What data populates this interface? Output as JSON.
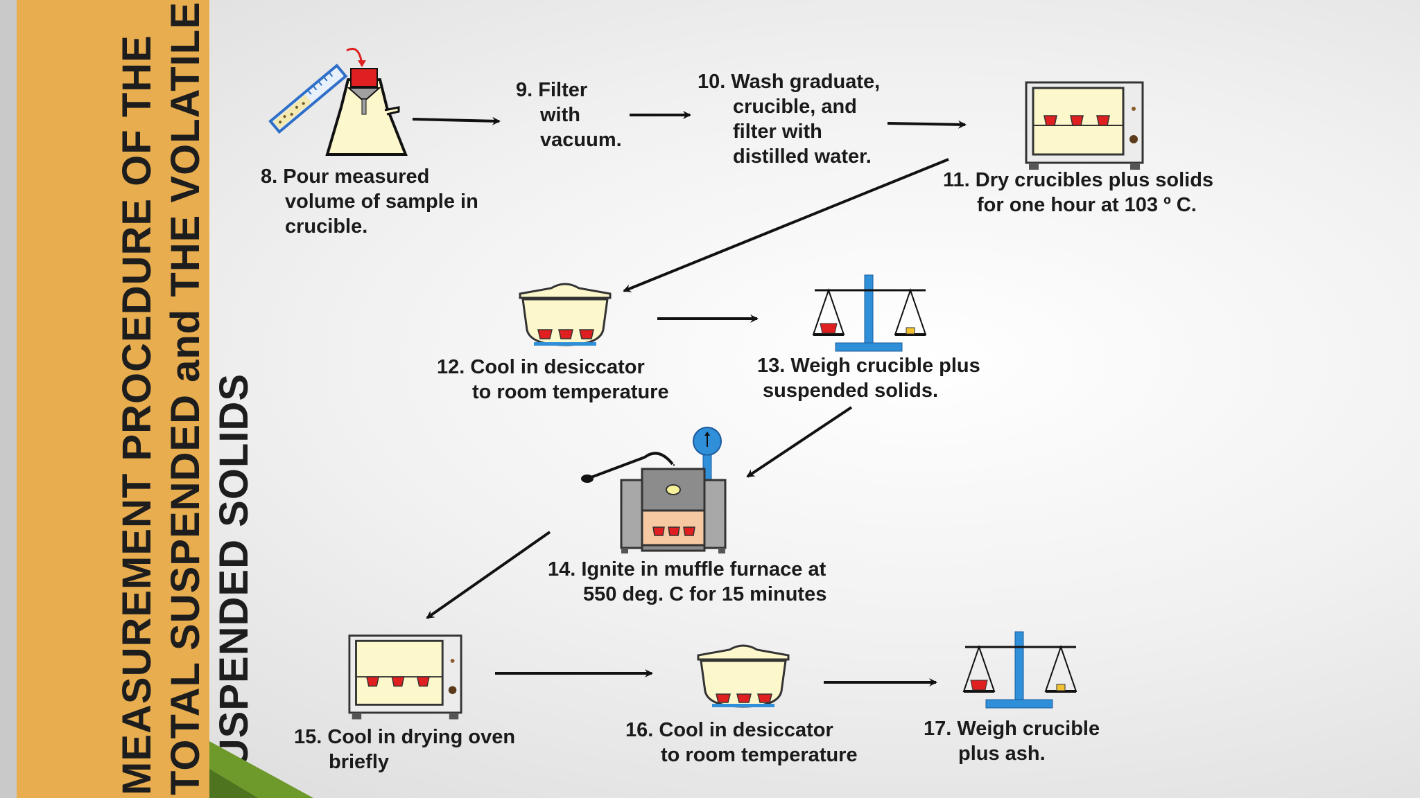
{
  "title_lines": [
    "MEASUREMENT PROCEDURE OF  THE",
    "TOTAL SUSPENDED and THE VOLATILE",
    "SUSPENDED SOLIDS"
  ],
  "colors": {
    "sidebar": "#e8ad4f",
    "accent_green": "#6e9a2c",
    "red": "#e02020",
    "blue": "#2f8fd8",
    "cream": "#fdf8cc",
    "gray": "#9a9a9a"
  },
  "steps": [
    {
      "id": "8",
      "lines": [
        "8. Pour measured",
        "volume of sample in",
        "crucible."
      ]
    },
    {
      "id": "9",
      "lines": [
        "9. Filter",
        "with",
        "vacuum."
      ]
    },
    {
      "id": "10",
      "lines": [
        "10. Wash graduate,",
        "crucible, and",
        "filter with",
        "distilled water."
      ]
    },
    {
      "id": "11",
      "lines": [
        "11. Dry crucibles plus solids",
        "for one hour at 103 º C."
      ]
    },
    {
      "id": "12",
      "lines": [
        "12. Cool in desiccator",
        "to room temperature"
      ]
    },
    {
      "id": "13",
      "lines": [
        "13. Weigh crucible plus",
        "suspended solids."
      ]
    },
    {
      "id": "14",
      "lines": [
        "14. Ignite in muffle furnace at",
        "550 deg. C for 15 minutes"
      ]
    },
    {
      "id": "15",
      "lines": [
        "15. Cool in drying oven",
        "briefly"
      ]
    },
    {
      "id": "16",
      "lines": [
        "16. Cool in desiccator",
        "to room temperature"
      ]
    },
    {
      "id": "17",
      "lines": [
        "17. Weigh crucible",
        "plus ash."
      ]
    }
  ]
}
